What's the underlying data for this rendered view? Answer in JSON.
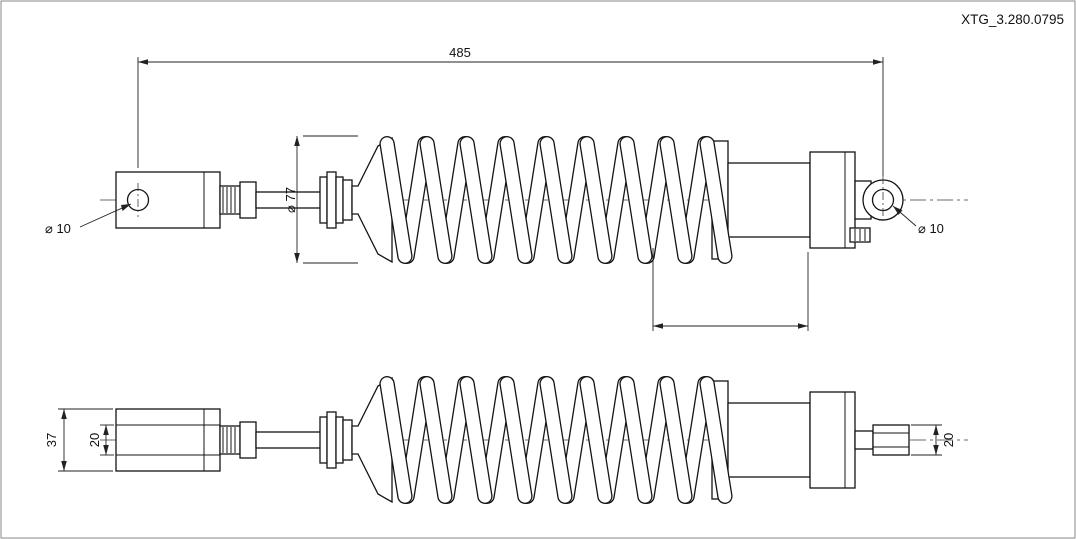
{
  "drawing": {
    "number": "XTG_3.280.0795"
  },
  "dimensions": {
    "overall_length": "485",
    "spring_diameter": "⌀ 77",
    "left_eye_hole": "⌀ 10",
    "right_eye_hole": "⌀ 10",
    "fork_outer_width": "37",
    "fork_slot_width": "20",
    "right_tab_width": "20"
  }
}
